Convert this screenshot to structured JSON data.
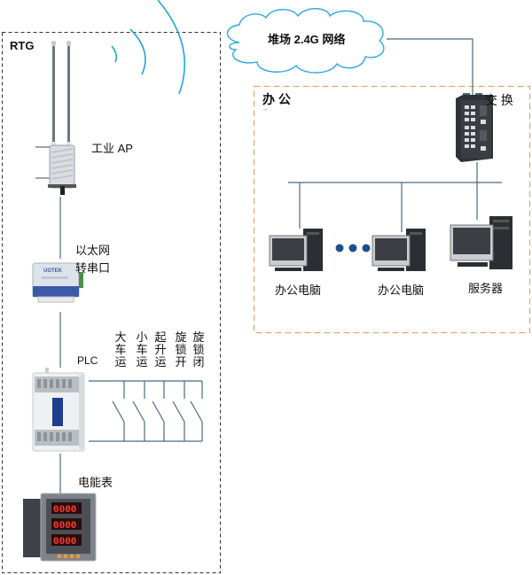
{
  "diagram": {
    "rtg_zone": {
      "label": "RTG"
    },
    "office_zone": {
      "label": "办 公",
      "sublabel": ".."
    },
    "cloud": {
      "label": "堆场 2.4G 网络"
    },
    "switch": {
      "label": "交 换"
    },
    "devices": {
      "industrial_ap": {
        "label": "工业 AP"
      },
      "eth_serial": {
        "label_line1": "以太网",
        "label_line2": "转串口"
      },
      "plc": {
        "label": "PLC"
      },
      "energy_meter": {
        "label": "电能表"
      },
      "office_pc_1": {
        "label": "办公电脑"
      },
      "office_pc_2": {
        "label": "办公电脑"
      },
      "server": {
        "label": "服务器"
      }
    },
    "plc_inputs": [
      {
        "chars": [
          "大",
          "车",
          "运"
        ]
      },
      {
        "chars": [
          "小",
          "车",
          "运"
        ]
      },
      {
        "chars": [
          "起",
          "升",
          "运"
        ]
      },
      {
        "chars": [
          "旋",
          "锁",
          "开"
        ]
      },
      {
        "chars": [
          "旋",
          "锁",
          "闭"
        ]
      }
    ],
    "meter_display": [
      "0000",
      "0000",
      "0000"
    ],
    "colors": {
      "line": "#4a6a85",
      "wifi_arc": "#1fa6d6",
      "cloud_stroke": "#2fa8dc",
      "office_border": "#e3a867",
      "rtg_border": "#333333",
      "dots": "#1f4e8c"
    }
  }
}
